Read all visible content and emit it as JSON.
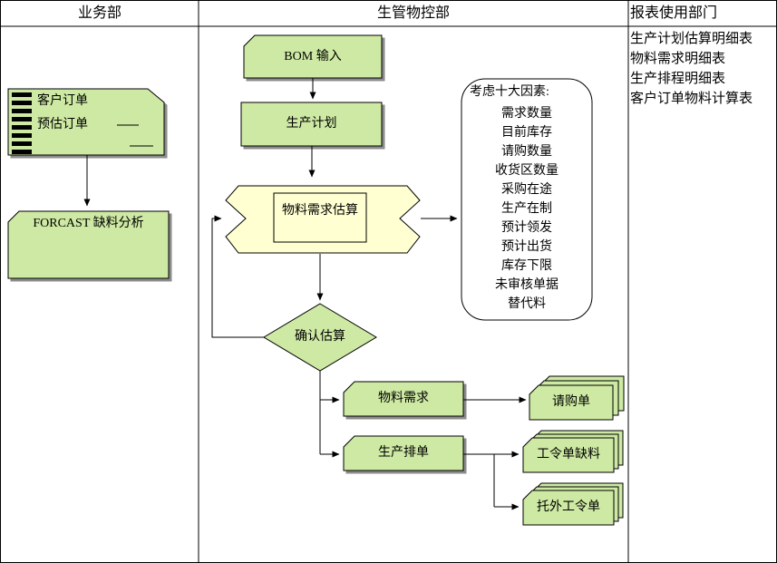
{
  "colors": {
    "shape_green": "#cde9a3",
    "banner_yellow": "#ffffd2",
    "shadow_gray": "#8c8c8c",
    "line_black": "#000000",
    "background": "#ffffff"
  },
  "lanes": {
    "business": "业务部",
    "production_control": "生管物控部",
    "report_users": "报表使用部门"
  },
  "business_lane": {
    "orders_doc": {
      "line1": "客户订单",
      "line2": "预估订单"
    },
    "forcast_doc": "FORCAST 缺料分析"
  },
  "control_lane": {
    "bom_input": "BOM 输入",
    "production_plan": "生产计划",
    "material_estimate": "物料需求估算",
    "confirm_estimate": "确认估算",
    "material_requirement": "物料需求",
    "production_schedule": "生产排单",
    "purchase_requisition": "请购单",
    "work_order_shortage": "工令单缺料",
    "outsourced_work_order": "托外工令单"
  },
  "factors": {
    "title": "考虑十大因素:",
    "items": [
      "需求数量",
      "目前库存",
      "请购数量",
      "收货区数量",
      "采购在途",
      "生产在制",
      "预计领发",
      "预计出货",
      "库存下限",
      "未审核单据",
      "替代料"
    ]
  },
  "reports": [
    "生产计划估算明细表",
    "物料需求明细表",
    "生产排程明细表",
    "客户订单物料计算表"
  ]
}
